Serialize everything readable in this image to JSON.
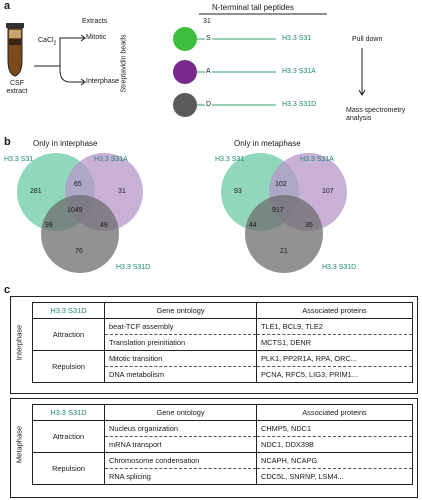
{
  "panel_a": {
    "label": "a",
    "csf_extract": "CSF\nextract",
    "cacl2": "CaCl",
    "cacl2_sub": "2",
    "extracts": "Extracts",
    "mitotic": "Mitotic",
    "interphase": "Interphase",
    "beads_label": "Streptavidin beads",
    "peptides_title": "N-terminal tail peptides",
    "residue_number": "31",
    "peptides": [
      {
        "residue": "S",
        "name": "H3.3 S31",
        "color": "#3dbf3d"
      },
      {
        "residue": "A",
        "name": "H3.3 S31A",
        "color": "#7a2a8c"
      },
      {
        "residue": "D",
        "name": "H3.3 S31D",
        "color": "#5a5a5a"
      }
    ],
    "pull_down": "Pull down",
    "mass_spec": "Mass spectrometry\nanalysis"
  },
  "panel_b": {
    "label": "b",
    "venns": [
      {
        "title": "Only in interphase",
        "set_labels": [
          "H3.3 S31",
          "H3.3 S31A",
          "H3.3 S31D"
        ],
        "counts": {
          "s31_only": "281",
          "s31a_only": "31",
          "s31d_only": "76",
          "s31_s31a": "65",
          "s31_s31d": "99",
          "s31a_s31d": "49",
          "all": "1049"
        }
      },
      {
        "title": "Only in metaphase",
        "set_labels": [
          "H3.3 S31",
          "H3.3 S31A",
          "H3.3 S31D"
        ],
        "counts": {
          "s31_only": "93",
          "s31a_only": "107",
          "s31d_only": "21",
          "s31_s31a": "102",
          "s31_s31d": "44",
          "s31a_s31d": "35",
          "all": "917"
        }
      }
    ],
    "colors": {
      "s31": "#6cc9a6",
      "s31a": "#b796c9",
      "s31d": "#6e6e6e"
    }
  },
  "panel_c": {
    "label": "c",
    "tables": [
      {
        "phase": "Interphase",
        "header": {
          "peptide": "H3.3 S31D",
          "ontology": "Gene ontology",
          "proteins": "Associated proteins"
        },
        "groups": [
          {
            "category": "Attraction",
            "rows": [
              {
                "ontology": "beat-TCF assembly",
                "proteins": "TLE1, BCL9, TLE2"
              },
              {
                "ontology": "Translation preinitiation",
                "proteins": "MCTS1, DENR"
              }
            ]
          },
          {
            "category": "Repulsion",
            "rows": [
              {
                "ontology": "Mitotic transition",
                "proteins": "PLK1, PP2R1A, RPA, ORC..."
              },
              {
                "ontology": "DNA metabolism",
                "proteins": "PCNA, RFC5, LIG3, PRIM1..."
              }
            ]
          }
        ]
      },
      {
        "phase": "Metaphase",
        "header": {
          "peptide": "H3.3 S31D",
          "ontology": "Gene ontology",
          "proteins": "Associated proteins"
        },
        "groups": [
          {
            "category": "Attraction",
            "rows": [
              {
                "ontology": "Nucleus organization",
                "proteins": "CHMP5, NDC1"
              },
              {
                "ontology": "mRNA transport",
                "proteins": "NDC1, DDX39B"
              }
            ]
          },
          {
            "category": "Repulsion",
            "rows": [
              {
                "ontology": "Chromosome condensation",
                "proteins": "NCAPH, NCAPG"
              },
              {
                "ontology": "RNA splicing",
                "proteins": "CDC5L, SNRNP, LSM4..."
              }
            ]
          }
        ]
      }
    ]
  }
}
